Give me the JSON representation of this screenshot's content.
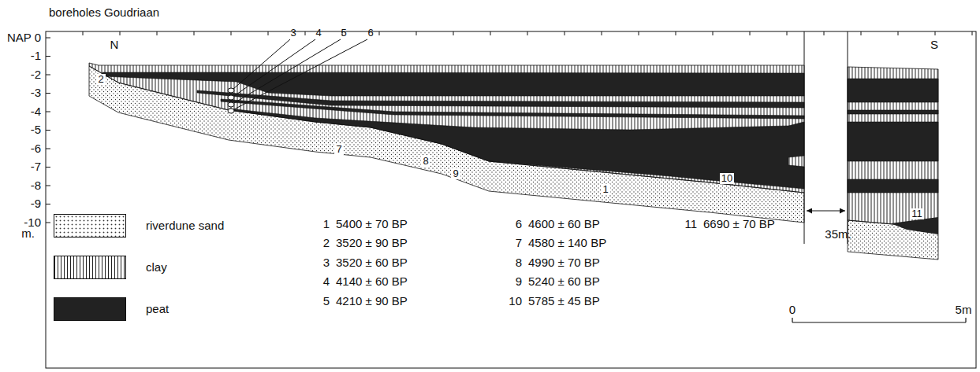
{
  "diagram": {
    "title": "boreholes Goudriaan",
    "labels": [
      "NAP 0",
      "-1",
      "-2",
      "-3",
      "-4",
      "-5",
      "-6",
      "-7",
      "-8",
      "-9",
      "-10",
      "m.",
      "N",
      "S",
      "3",
      "4",
      "5",
      "6",
      "2",
      "7",
      "8",
      "9",
      "1",
      "10",
      "11",
      "35m.",
      "1",
      "5400 ± 70 BP",
      "2",
      "3520 ± 90 BP",
      "3",
      "3520 ± 60 BP",
      "4",
      "4140 ± 60 BP",
      "5",
      "4210 ± 90 BP",
      "6",
      "4600 ± 60 BP",
      "7",
      "4580 ± 140 BP",
      "8",
      "4990 ± 70 BP",
      "9",
      "5240 ± 60 BP",
      "10",
      "5785 ± 45 BP",
      "11",
      "6690 ± 70 BP",
      "0",
      "5m"
    ],
    "legend": [
      {
        "text": "riverdune sand"
      },
      {
        "text": "clay"
      },
      {
        "text": "peat",
        "color": "#222222"
      }
    ]
  }
}
